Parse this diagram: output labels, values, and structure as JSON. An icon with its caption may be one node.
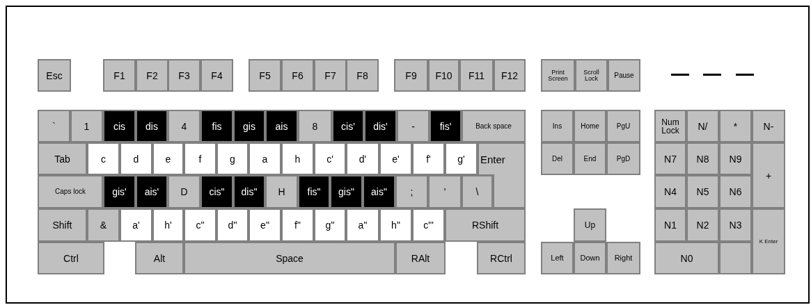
{
  "diagram": {
    "nodes": [
      {
        "text": [
          "Esc"
        ]
      },
      {
        "text": [
          "F1"
        ]
      },
      {
        "text": [
          "F2"
        ]
      },
      {
        "text": [
          "F3"
        ]
      },
      {
        "text": [
          "F4"
        ]
      },
      {
        "text": [
          "F5"
        ]
      },
      {
        "text": [
          "F6"
        ]
      },
      {
        "text": [
          "F7"
        ]
      },
      {
        "text": [
          "F8"
        ]
      },
      {
        "text": [
          "F9"
        ]
      },
      {
        "text": [
          "F10"
        ]
      },
      {
        "text": [
          "F11"
        ]
      },
      {
        "text": [
          "F12"
        ]
      },
      {
        "text": [
          "Print Screen"
        ]
      },
      {
        "text": [
          "Scroll Lock"
        ]
      },
      {
        "text": [
          "Pause"
        ]
      },
      {
        "text": [],
        "shape": "bar"
      },
      {
        "text": [],
        "shape": "bar"
      },
      {
        "text": [],
        "shape": "bar"
      },
      {
        "text": [
          "`"
        ]
      },
      {
        "text": [
          "1"
        ]
      },
      {
        "text": [
          "cis"
        ]
      },
      {
        "text": [
          "dis"
        ]
      },
      {
        "text": [
          "4"
        ]
      },
      {
        "text": [
          "fis"
        ]
      },
      {
        "text": [
          "gis"
        ]
      },
      {
        "text": [
          "ais"
        ]
      },
      {
        "text": [
          "8"
        ]
      },
      {
        "text": [
          "cis'"
        ]
      },
      {
        "text": [
          "dis'"
        ]
      },
      {
        "text": [
          "-"
        ]
      },
      {
        "text": [
          "fis'"
        ]
      },
      {
        "text": [
          "Back space"
        ]
      },
      {
        "text": [
          "Ins"
        ]
      },
      {
        "text": [
          "Home"
        ]
      },
      {
        "text": [
          "PgU"
        ]
      },
      {
        "text": [
          "Num Lock"
        ]
      },
      {
        "text": [
          "N/"
        ]
      },
      {
        "text": [
          "*"
        ]
      },
      {
        "text": [
          "N-"
        ]
      },
      {
        "text": [
          "Tab"
        ]
      },
      {
        "text": [
          "c"
        ]
      },
      {
        "text": [
          "d"
        ]
      },
      {
        "text": [
          "e"
        ]
      },
      {
        "text": [
          "f"
        ]
      },
      {
        "text": [
          "g"
        ]
      },
      {
        "text": [
          "a"
        ]
      },
      {
        "text": [
          "h"
        ]
      },
      {
        "text": [
          "c'"
        ]
      },
      {
        "text": [
          "d'"
        ]
      },
      {
        "text": [
          "e'"
        ]
      },
      {
        "text": [
          "f'"
        ]
      },
      {
        "text": [
          "g'"
        ]
      },
      {
        "text": [
          "Enter"
        ]
      },
      {
        "text": [
          "Del"
        ]
      },
      {
        "text": [
          "End"
        ]
      },
      {
        "text": [
          "PgD"
        ]
      },
      {
        "text": [
          "N7"
        ]
      },
      {
        "text": [
          "N8"
        ]
      },
      {
        "text": [
          "N9"
        ]
      },
      {
        "text": [
          "+"
        ]
      },
      {
        "text": [
          "Caps lock"
        ]
      },
      {
        "text": [
          "gis'"
        ]
      },
      {
        "text": [
          "ais'"
        ]
      },
      {
        "text": [
          "D"
        ]
      },
      {
        "text": [
          "cis\""
        ]
      },
      {
        "text": [
          "dis\""
        ]
      },
      {
        "text": [
          "H"
        ]
      },
      {
        "text": [
          "fis\""
        ]
      },
      {
        "text": [
          "gis\""
        ]
      },
      {
        "text": [
          "ais\""
        ]
      },
      {
        "text": [
          ";"
        ]
      },
      {
        "text": [
          "'"
        ]
      },
      {
        "text": [
          "\\"
        ]
      },
      {
        "text": [
          "N4"
        ]
      },
      {
        "text": [
          "N5"
        ]
      },
      {
        "text": [
          "N6"
        ]
      },
      {
        "text": [
          "Shift"
        ]
      },
      {
        "text": [
          "&"
        ]
      },
      {
        "text": [
          "a'"
        ]
      },
      {
        "text": [
          "h'"
        ]
      },
      {
        "text": [
          "c\""
        ]
      },
      {
        "text": [
          "d\""
        ]
      },
      {
        "text": [
          "e\""
        ]
      },
      {
        "text": [
          "f\""
        ]
      },
      {
        "text": [
          "g\""
        ]
      },
      {
        "text": [
          "a\""
        ]
      },
      {
        "text": [
          "h\""
        ]
      },
      {
        "text": [
          "c\"'"
        ]
      },
      {
        "text": [
          "RShift"
        ]
      },
      {
        "text": [
          "Up"
        ]
      },
      {
        "text": [
          "N1"
        ]
      },
      {
        "text": [
          "N2"
        ]
      },
      {
        "text": [
          "N3"
        ]
      },
      {
        "text": [
          "K Enter"
        ]
      },
      {
        "text": [
          "Ctrl"
        ]
      },
      {
        "text": [
          "Alt"
        ]
      },
      {
        "text": [
          "Space"
        ]
      },
      {
        "text": [
          "RAlt"
        ]
      },
      {
        "text": [
          "RCtrl"
        ]
      },
      {
        "text": [
          "Left"
        ]
      },
      {
        "text": [
          "Down"
        ]
      },
      {
        "text": [
          "Right"
        ]
      },
      {
        "text": [
          "N0"
        ]
      },
      {
        "text": [],
        "shape": "box"
      }
    ]
  }
}
